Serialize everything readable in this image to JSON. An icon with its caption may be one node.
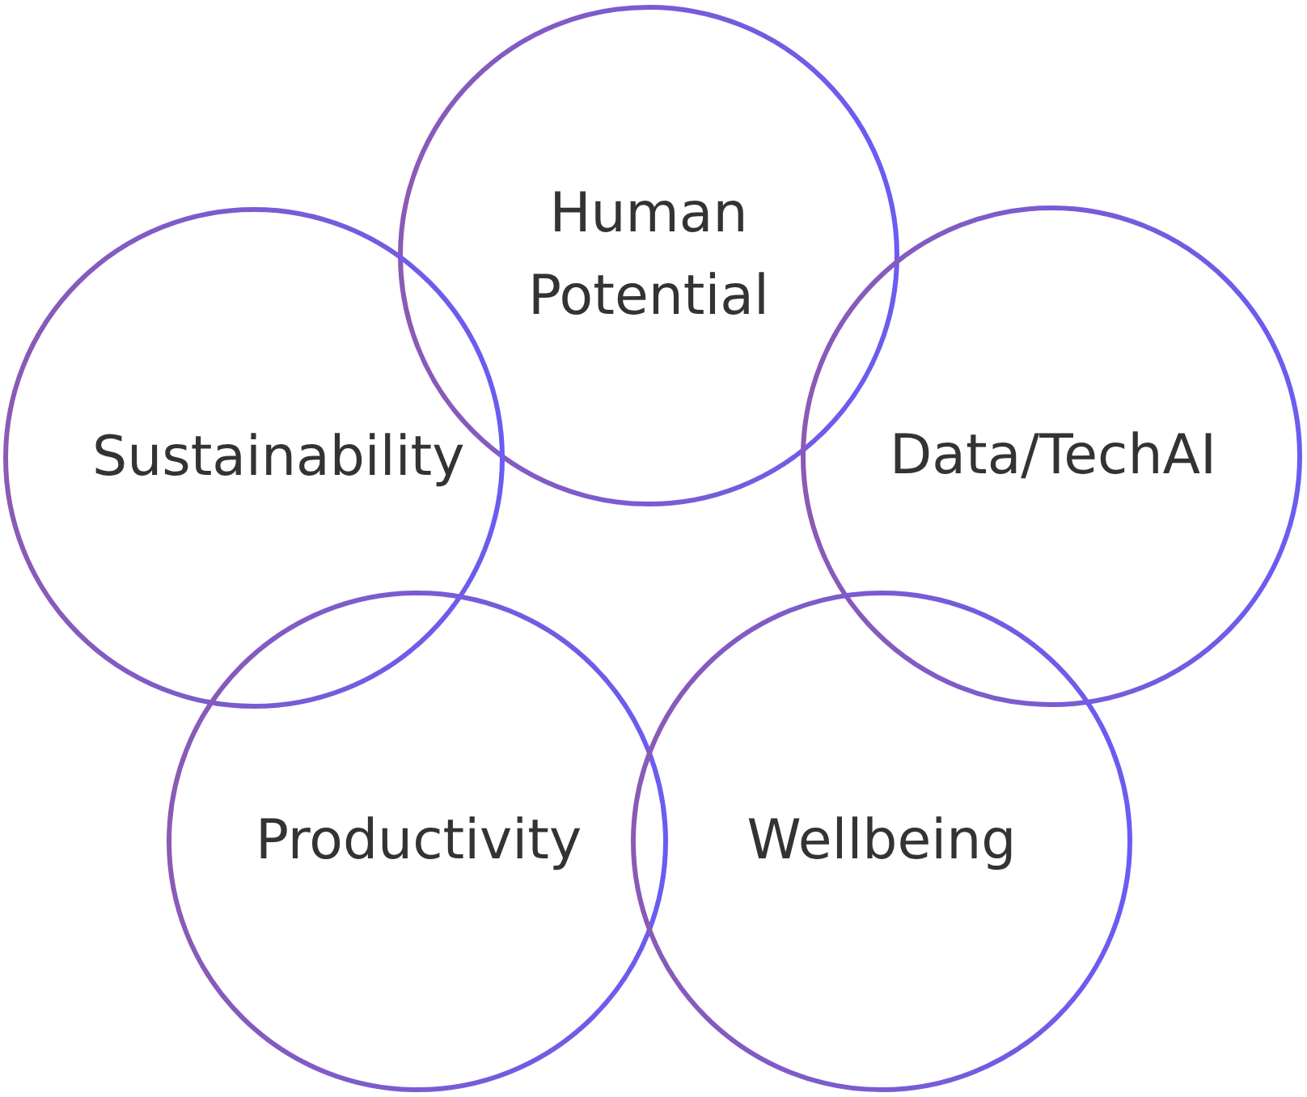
{
  "diagram": {
    "nodes": [
      {
        "text": [
          "Human Potential"
        ]
      },
      {
        "text": [
          "Sustainability"
        ]
      },
      {
        "text": [
          "Data/TechAI"
        ]
      },
      {
        "text": [
          "Productivity"
        ]
      },
      {
        "text": [
          "Wellbeing"
        ]
      }
    ],
    "edges": []
  }
}
